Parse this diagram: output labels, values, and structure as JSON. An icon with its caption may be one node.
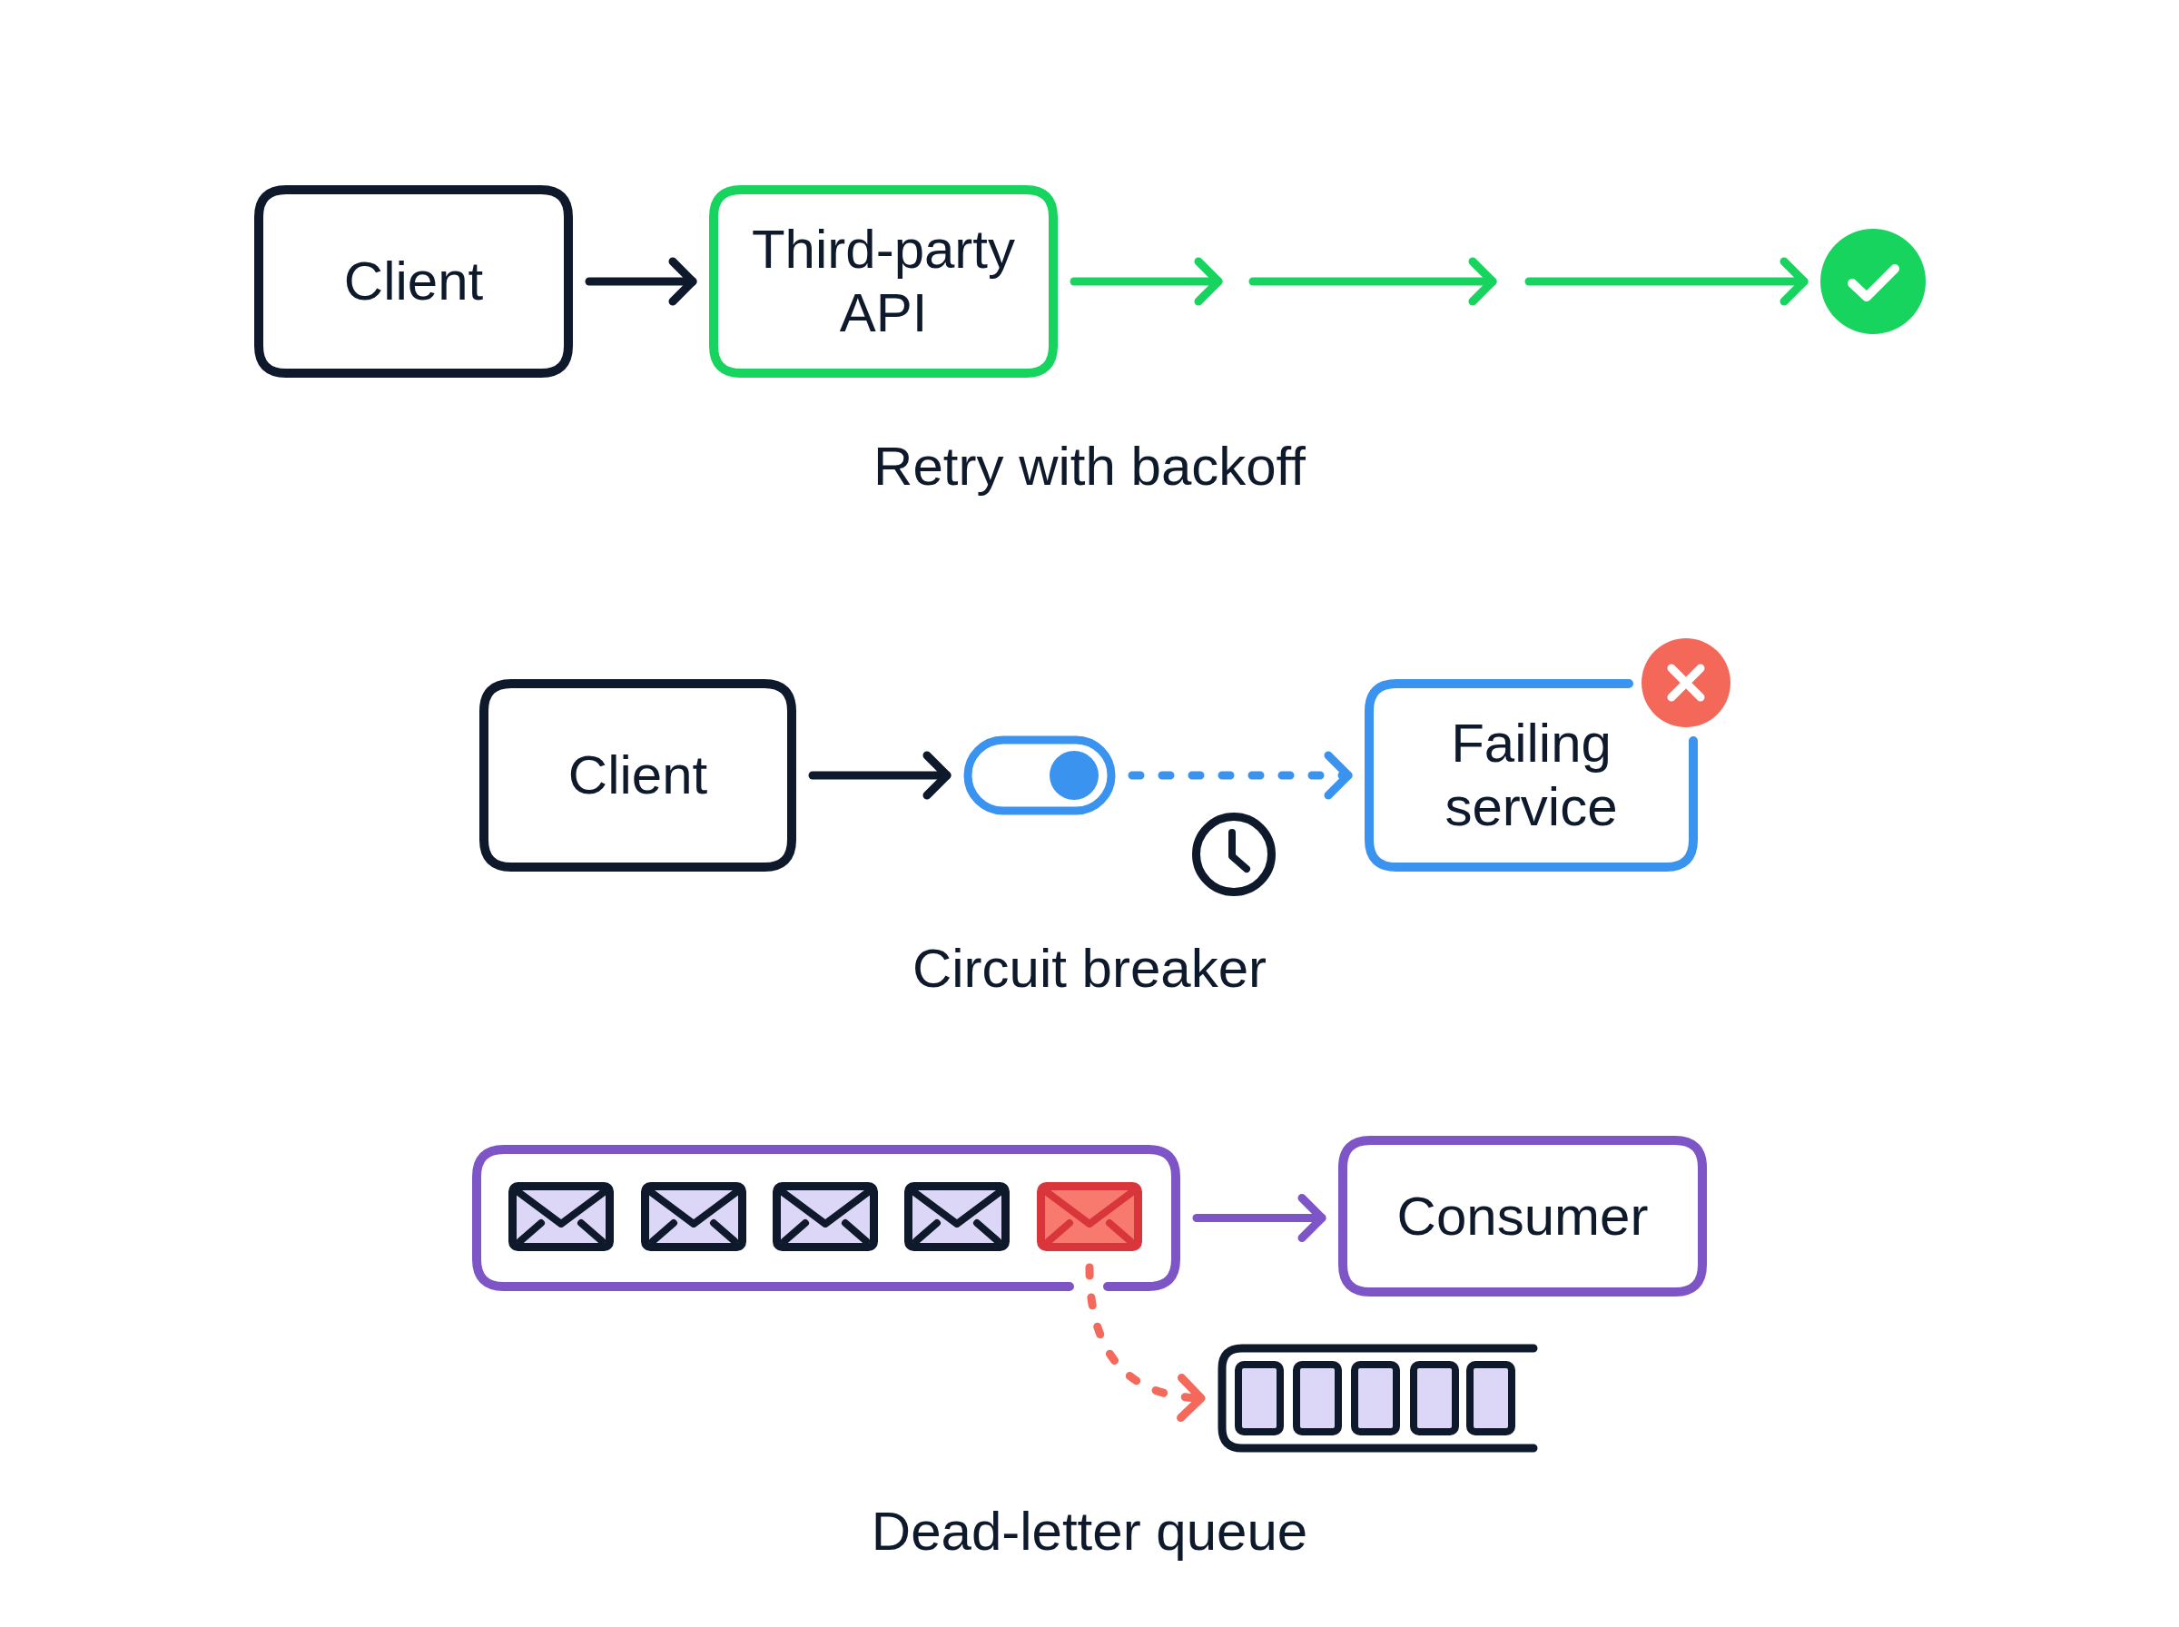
{
  "diagram": {
    "nodes": [
      {
        "text": [
          "Client"
        ]
      },
      {
        "text": [
          "Third-party API"
        ]
      },
      {
        "text": [],
        "shape": "circle"
      },
      {
        "text": [
          "Client"
        ]
      },
      {
        "text": [],
        "shape": "toggle"
      },
      {
        "text": [
          "Failing service"
        ]
      },
      {
        "text": [],
        "shape": "box"
      },
      {
        "text": [],
        "shape": "envelope",
        "in": 6
      },
      {
        "text": [],
        "shape": "envelope",
        "in": 6
      },
      {
        "text": [],
        "shape": "envelope",
        "in": 6
      },
      {
        "text": [],
        "shape": "envelope",
        "in": 6
      },
      {
        "text": [],
        "shape": "envelope",
        "in": 6
      },
      {
        "text": [
          "Consumer"
        ]
      },
      {
        "text": [],
        "shape": "tray"
      }
    ],
    "edges": [
      {
        "from": 0,
        "to": 1,
        "arrow": "to"
      },
      {
        "from": 1,
        "to": null,
        "arrow": "to",
        "color": "#16d45e"
      },
      {
        "from": null,
        "to": 2,
        "arrow": "to",
        "color": "#16d45e"
      },
      {
        "from": 3,
        "to": 4,
        "arrow": "to"
      },
      {
        "from": 4,
        "to": 5,
        "arrow": "to",
        "style": "dashed",
        "color": "#3b93f0"
      },
      {
        "from": 6,
        "to": 12,
        "arrow": "to",
        "color": "#7d55c7"
      },
      {
        "from": 11,
        "to": 13,
        "arrow": "to",
        "style": "dashed",
        "color": "#f4695b"
      }
    ],
    "labels": [
      "Retry with backoff",
      "Circuit breaker",
      "Dead-letter queue"
    ]
  }
}
